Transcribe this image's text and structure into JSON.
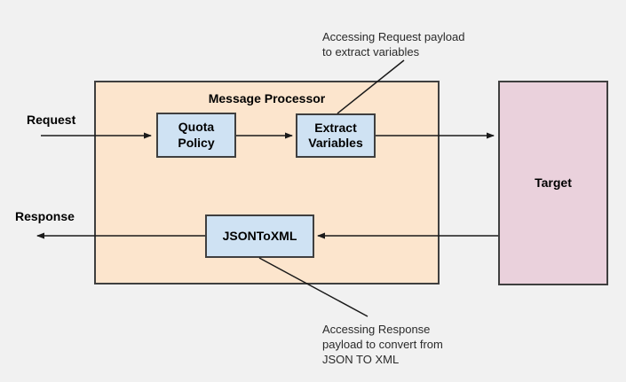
{
  "colors": {
    "background": "#f1f1f1",
    "processor_fill": "#fce5cd",
    "policy_fill": "#cfe2f3",
    "target_fill": "#ead1dc",
    "border": "#3f3f3f",
    "line": "#1a1a1a",
    "text": "#000000",
    "annotation": "#2a2a2a"
  },
  "diagram": {
    "processor": {
      "title": "Message Processor"
    },
    "nodes": {
      "quota_policy": {
        "label": "Quota\nPolicy"
      },
      "extract_variables": {
        "label": "Extract\nVariables"
      },
      "json_to_xml": {
        "label": "JSONToXML"
      },
      "target": {
        "label": "Target"
      }
    },
    "flows": {
      "request": {
        "label": "Request"
      },
      "response": {
        "label": "Response"
      }
    },
    "annotations": {
      "request_payload": {
        "text": "Accessing Request payload\nto extract variables"
      },
      "response_payload": {
        "text": "Accessing Response\npayload to convert from\nJSON TO XML"
      }
    }
  }
}
